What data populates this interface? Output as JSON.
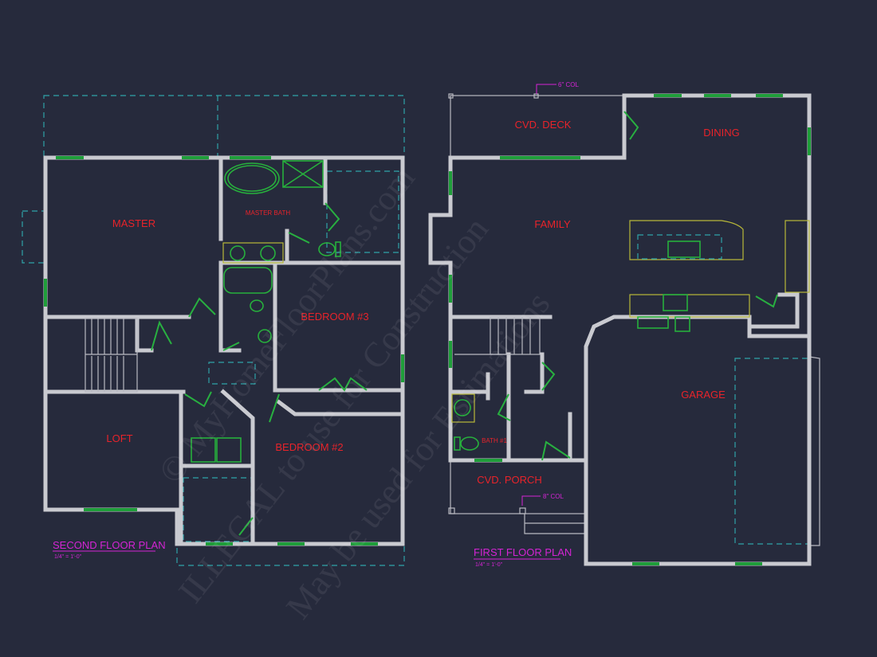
{
  "second_floor": {
    "title": "SECOND FLOOR PLAN",
    "scale": "1/4\" = 1'-0\"",
    "rooms": {
      "master": "MASTER",
      "master_bath": "MASTER BATH",
      "bedroom3": "BEDROOM #3",
      "loft": "LOFT",
      "bedroom2": "BEDROOM #2"
    }
  },
  "first_floor": {
    "title": "FIRST FLOOR PLAN",
    "scale": "1/4\" = 1'-0\"",
    "rooms": {
      "cvd_deck": "CVD. DECK",
      "dining": "DINING",
      "family": "FAMILY",
      "garage": "GARAGE",
      "bath1": "BATH #1",
      "cvd_porch": "CVD. PORCH"
    },
    "notes": {
      "deck_col": "6\" COL",
      "porch_col": "8\" COL"
    }
  },
  "watermark": [
    "© MyHomeFloorPlans.com",
    "ILLEGAL to use for Construction",
    "May be used for Estimations"
  ],
  "colors": {
    "background": "#262a3c",
    "walls": "#c9cad0",
    "room_labels": "#e8232a",
    "titles": "#d424d4",
    "windows": "#1f9e3a",
    "dashed": "#2fa3a8"
  }
}
